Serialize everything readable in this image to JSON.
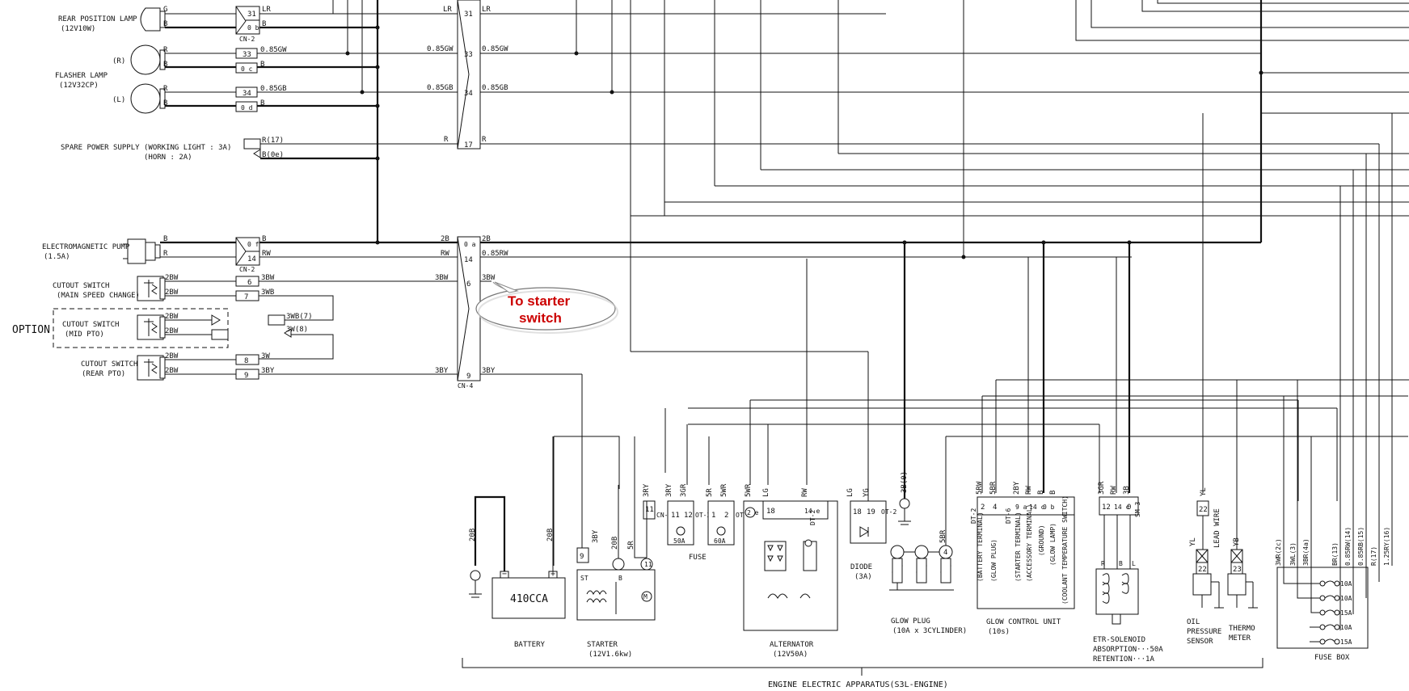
{
  "left_components": {
    "rear_position_lamp": {
      "name": "REAR POSITION LAMP",
      "spec": "(12V10W)"
    },
    "flasher_lamp": {
      "name": "FLASHER LAMP",
      "spec": "(12V32CP)",
      "right": "(R)",
      "left": "(L)"
    },
    "spare_power_supply": {
      "name": "SPARE POWER SUPPLY",
      "working_light": "(WORKING LIGHT : 3A)",
      "horn": "(HORN : 2A)"
    },
    "electromagnetic_pump": {
      "name": "ELECTROMAGNETIC PUMP",
      "spec": "(1.5A)"
    },
    "cutout_main": {
      "name": "CUTOUT SWITCH",
      "sub": "(MAIN SPEED CHANGE)"
    },
    "option": {
      "label": "OPTION",
      "name": "CUTOUT SWITCH",
      "sub": "(MID PTO)"
    },
    "cutout_rear": {
      "name": "CUTOUT SWITCH",
      "sub": "(REAR PTO)"
    }
  },
  "wire_labels": {
    "G": "G",
    "B": "B",
    "R": "R",
    "LR": "LR",
    "RW": "RW",
    "2B": "2B",
    "w085GW": "0.85GW",
    "w085GB": "0.85GB",
    "w085RW": "0.85RW",
    "R17": "R(17)",
    "B0e": "B(0e)",
    "2BW": "2BW",
    "3BW": "3BW",
    "3WB": "3WB",
    "3BY": "3BY",
    "3WB7": "3WB(7)",
    "3W8": "3W(8)",
    "3W": "3W"
  },
  "pins": {
    "p31": "31",
    "p33": "33",
    "p34": "34",
    "p17": "17",
    "p0a": "0 a",
    "p14": "14",
    "p6": "6",
    "p9": "9",
    "p0b": "0 b",
    "p0c": "0 c",
    "p0d": "0 d",
    "p0f": "0 f",
    "p7": "7",
    "p8": "8"
  },
  "connectors": {
    "cn2a": "CN-2",
    "cn2b": "CN-2",
    "cn4": "CN-4"
  },
  "callout": {
    "line1": "To starter",
    "line2": "switch"
  },
  "engine": {
    "battery": {
      "name": "BATTERY",
      "capacity": "410CCA"
    },
    "starter": {
      "name": "STARTER",
      "spec": "(12V1.6kw)"
    },
    "fuse": {
      "name": "FUSE",
      "f50": "50A",
      "f60": "60A"
    },
    "alternator": {
      "name": "ALTERNATOR",
      "spec": "(12V50A)"
    },
    "diode": {
      "name": "DIODE",
      "spec": "(3A)"
    },
    "glow_plug": {
      "name": "GLOW PLUG",
      "spec": "(10A x 3CYLINDER)"
    },
    "glow_control": {
      "name": "GLOW CONTROL UNIT",
      "spec": "(10s)"
    },
    "etr": {
      "name": "ETR-SOLENOID",
      "abs": "ABSORPTION···50A",
      "ret": "RETENTION···1A"
    },
    "oil": {
      "l1": "OIL",
      "l2": "PRESSURE",
      "l3": "SENSOR"
    },
    "thermo": {
      "l1": "THERMO",
      "l2": "METER"
    },
    "lead_wire": "LEAD WIRE",
    "fuse_box": "FUSE BOX",
    "footer": "ENGINE ELECTRIC APPARATUS(S3L-ENGINE)"
  },
  "engine_wires": {
    "w20B": "20B",
    "w3BY": "3BY",
    "w5R": "5R",
    "w3RY": "3RY",
    "w3GR": "3GR",
    "w5WR": "5WR",
    "wLG": "LG",
    "wRW": "RW",
    "wYG": "YG",
    "w3B0": "3B(0)",
    "w5BR": "5BR",
    "w5RW": "5RW",
    "w2BY": "2BY",
    "wB": "B",
    "wR": "R",
    "w3B": "3B",
    "wYL": "YL",
    "wYB": "YB"
  },
  "engine_pins": {
    "p9": "9",
    "p11": "11",
    "p12": "12",
    "p1": "1",
    "p2": "2",
    "p18": "18",
    "p14e": "14 e",
    "p19": "19",
    "p2e": "2 e",
    "p4": "4",
    "p9a": "9 a",
    "p14c": "14 c",
    "p0b": "0 b",
    "p0": "0",
    "p22": "22",
    "p23": "23"
  },
  "engine_conn": {
    "cn1": "CN-1",
    "ot2": "OT-2",
    "dt2": "DT-2",
    "sm3": "SM-3",
    "dt6": "DT-6"
  },
  "glow_terminals": [
    "(BATTERY TERMINAL)",
    "(GLOW PLUG)",
    "(STARTER TERMINAL)",
    "(ACCESSORY TERMINAL)",
    "(GROUND)",
    "(GLOW LAMP)",
    "(COOLANT TEMPERATURE SWITCH)"
  ],
  "fuse_box_wires": [
    "3WR(2c)",
    "3WL(3)",
    "3BR(4a)",
    "BR(13)",
    "0.85RW(14)",
    "0.85RB(15)",
    "R(17)",
    "1.25RY(16)"
  ],
  "fuse_ratings": [
    "10A",
    "10A",
    "15A",
    "10A",
    "15A"
  ]
}
